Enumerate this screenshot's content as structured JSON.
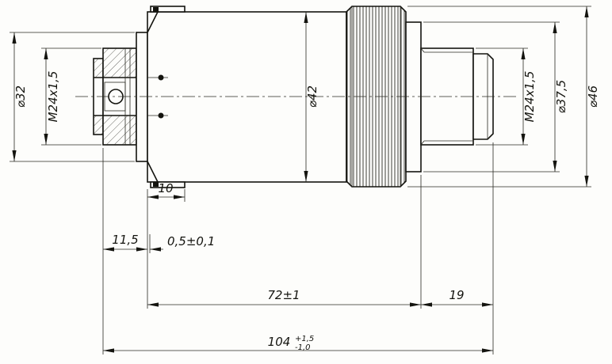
{
  "drawing": {
    "type": "technical-drawing-sensor-assembly",
    "line_color": "#14140f",
    "background": "#fdfdfb",
    "labels": {
      "dia32": "⌀32",
      "m24_left": "M24x1,5",
      "dia42": "⌀42",
      "m24_right": "M24x1,5",
      "dia37_5": "⌀37,5",
      "dia46": "⌀46",
      "len10": "10",
      "len11_5": "11,5",
      "gap05": "0,5±0,1",
      "len72": "72±1",
      "len19": "19",
      "len104": "104",
      "len104_tol_plus": "+1,5",
      "len104_tol_minus": "-1,0"
    }
  }
}
